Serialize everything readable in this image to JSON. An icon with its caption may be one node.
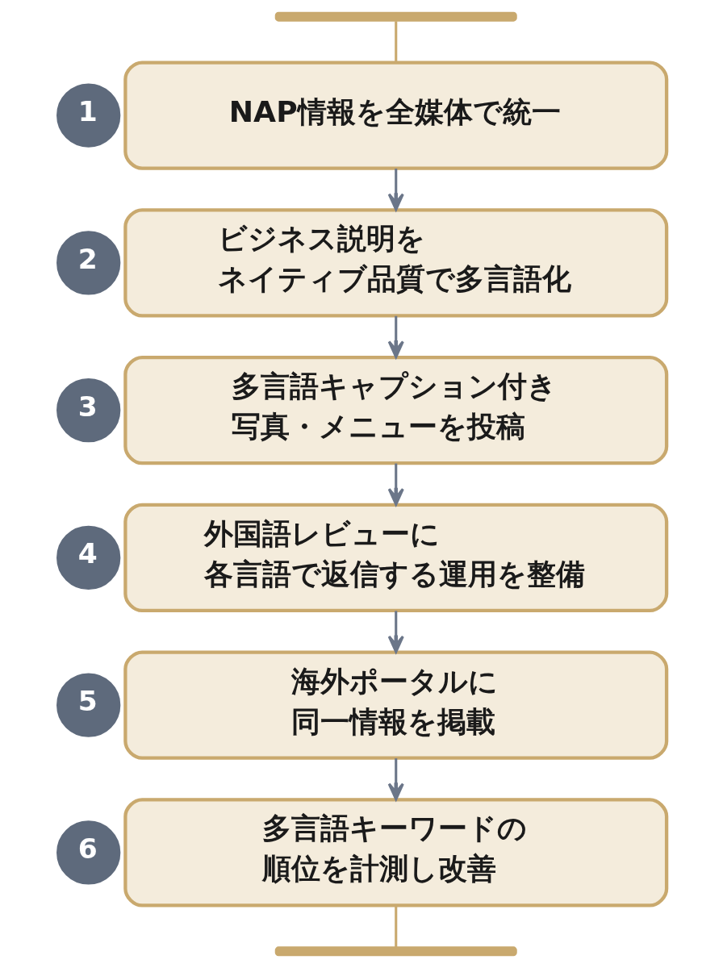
{
  "diagram": {
    "nodes": [
      {
        "text": [],
        "shape": "bar"
      },
      {
        "text": [
          "1"
        ]
      },
      {
        "text": [
          "NAP情報を全媒体で統一"
        ]
      },
      {
        "text": [
          "2"
        ]
      },
      {
        "text": [
          "ビジネス説明をネイティブ品質で多言語化"
        ]
      },
      {
        "text": [
          "3"
        ]
      },
      {
        "text": [
          "多言語キャプション付き写真・メニューを投稿"
        ]
      },
      {
        "text": [
          "4"
        ]
      },
      {
        "text": [
          "外国語レビューに各言語で返信する運用を整備"
        ]
      },
      {
        "text": [
          "5"
        ]
      },
      {
        "text": [
          "海外ポータルに同一情報を掲載"
        ]
      },
      {
        "text": [
          "6"
        ]
      },
      {
        "text": [
          "多言語キーワードの順位を計測し改善"
        ]
      },
      {
        "text": [],
        "shape": "bar"
      }
    ],
    "edges": [
      {
        "from": 0,
        "to": 2,
        "arrow": "none",
        "color": "#c9a96e"
      },
      {
        "from": 2,
        "to": 4,
        "arrow": "to"
      },
      {
        "from": 4,
        "to": 6,
        "arrow": "to"
      },
      {
        "from": 6,
        "to": 8,
        "arrow": "to"
      },
      {
        "from": 8,
        "to": 10,
        "arrow": "to"
      },
      {
        "from": 10,
        "to": 12,
        "arrow": "to"
      },
      {
        "from": 12,
        "to": 13,
        "arrow": "none",
        "color": "#c9a96e"
      }
    ]
  }
}
